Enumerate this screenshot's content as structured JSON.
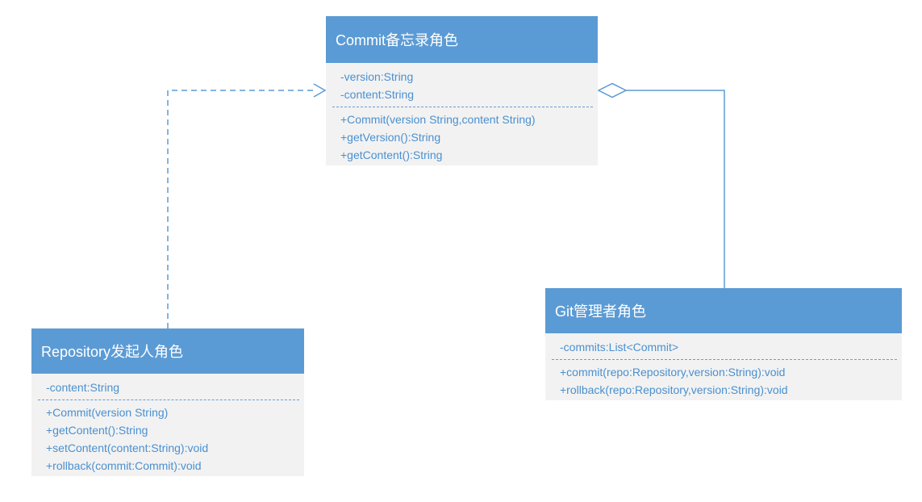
{
  "colors": {
    "header_bg": "#5b9bd5",
    "header_text": "#ffffff",
    "body_bg": "#f2f2f2",
    "body_text": "#4a90d0",
    "connector": "#5b9bd5",
    "canvas_bg": "#ffffff"
  },
  "classes": [
    {
      "id": "commit",
      "title": "Commit备忘录角色",
      "fields": [
        "-version:String",
        "-content:String"
      ],
      "methods": [
        "+Commit(version String,content String)",
        "+getVersion():String",
        "+getContent():String"
      ]
    },
    {
      "id": "repository",
      "title": "Repository发起人角色",
      "fields": [
        "-content:String"
      ],
      "methods": [
        "+Commit(version String)",
        "+getContent():String",
        "+setContent(content:String):void",
        "+rollback(commit:Commit):void"
      ]
    },
    {
      "id": "git",
      "title": "Git管理者角色",
      "fields": [
        "-commits:List<Commit>"
      ],
      "methods": [
        "+commit(repo:Repository,version:String):void",
        "+rollback(repo:Repository,version:String):void"
      ]
    }
  ],
  "relationships": [
    {
      "type": "dependency",
      "from": "Repository发起人角色",
      "to": "Commit备忘录角色",
      "style": "dashed line with open arrowhead"
    },
    {
      "type": "aggregation",
      "from": "Git管理者角色",
      "to": "Commit备忘录角色",
      "style": "solid line with hollow diamond"
    }
  ]
}
